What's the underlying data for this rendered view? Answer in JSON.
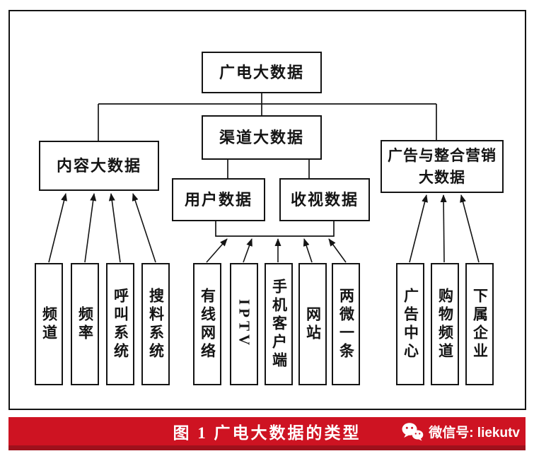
{
  "diagram": {
    "root": {
      "label": "广电大数据"
    },
    "level2": {
      "content": {
        "label": "内容大数据"
      },
      "channel": {
        "label": "渠道大数据"
      },
      "advertising": {
        "line1": "广告与整合营销",
        "line2": "大数据"
      }
    },
    "level3": {
      "user": {
        "label": "用户数据"
      },
      "viewing": {
        "label": "收视数据"
      }
    },
    "sources": {
      "content": [
        "频道",
        "频率",
        "呼叫系统",
        "搜料系统"
      ],
      "channel": [
        "有线网络",
        "IPTV",
        "手机客户端",
        "网站",
        "两微一条"
      ],
      "advertising": [
        "广告中心",
        "购物频道",
        "下属企业"
      ]
    }
  },
  "footer": {
    "caption": "图 1  广电大数据的类型",
    "wechat_label": "微信号: liekutv",
    "wechat_icon": "wechat-logo"
  },
  "colors": {
    "bar_red": "#ce1322",
    "bar_red_dark": "#9e111c",
    "line_black": "#141414",
    "background": "#ffffff"
  }
}
